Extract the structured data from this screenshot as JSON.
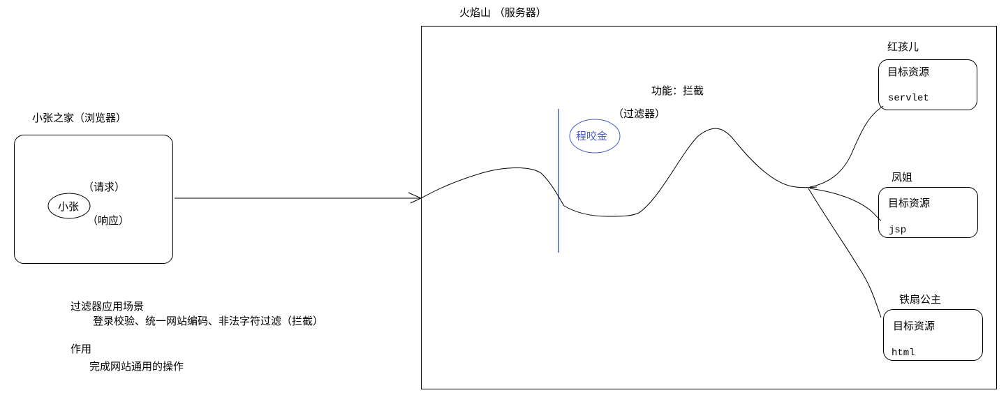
{
  "browser": {
    "title": "小张之家（浏览器）",
    "user": "小张",
    "request_label": "（请求）",
    "response_label": "（响应）"
  },
  "server": {
    "title": "火焰山 （服务器）",
    "function_label": "功能：拦截",
    "filter_label": "（过滤器）",
    "filter_name": "程咬金",
    "filter_color": "#4a5fc1"
  },
  "targets": [
    {
      "owner": "红孩儿",
      "label": "目标资源",
      "resource": "servlet"
    },
    {
      "owner": "凤姐",
      "label": "目标资源",
      "resource": "jsp"
    },
    {
      "owner": "铁扇公主",
      "label": "目标资源",
      "resource": "html"
    }
  ],
  "notes": {
    "scenarios_heading": "过滤器应用场景",
    "scenarios_text": "登录校验、统一网站编码、非法字符过滤（拦截）",
    "purpose_heading": "作用",
    "purpose_text": "完成网站通用的操作"
  }
}
